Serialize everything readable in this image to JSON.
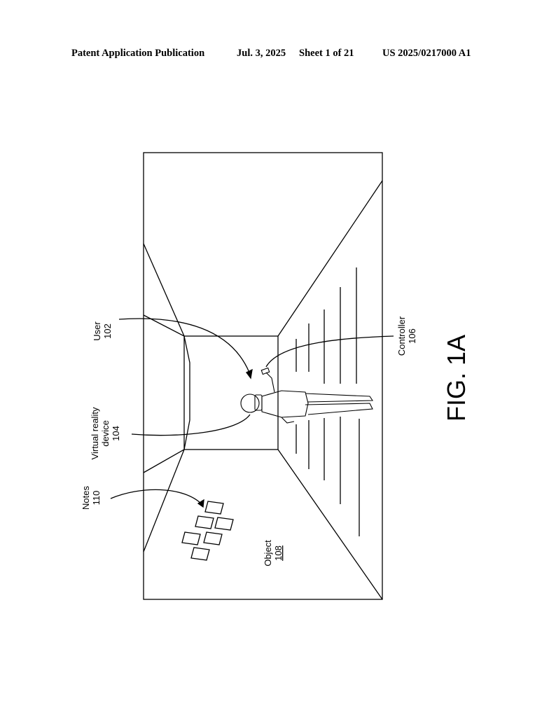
{
  "header": {
    "publication": "Patent Application Publication",
    "date": "Jul. 3, 2025",
    "sheet": "Sheet 1 of 21",
    "number": "US 2025/0217000 A1"
  },
  "figure": {
    "label": "FIG. 1A",
    "callouts": {
      "user": {
        "name": "User",
        "ref": "102"
      },
      "vr_device": {
        "line1": "Virtual reality",
        "line2": "device",
        "ref": "104"
      },
      "controller": {
        "name": "Controller",
        "ref": "106"
      },
      "object": {
        "name": "Object",
        "ref": "108"
      },
      "notes": {
        "name": "Notes",
        "ref": "110"
      }
    }
  }
}
